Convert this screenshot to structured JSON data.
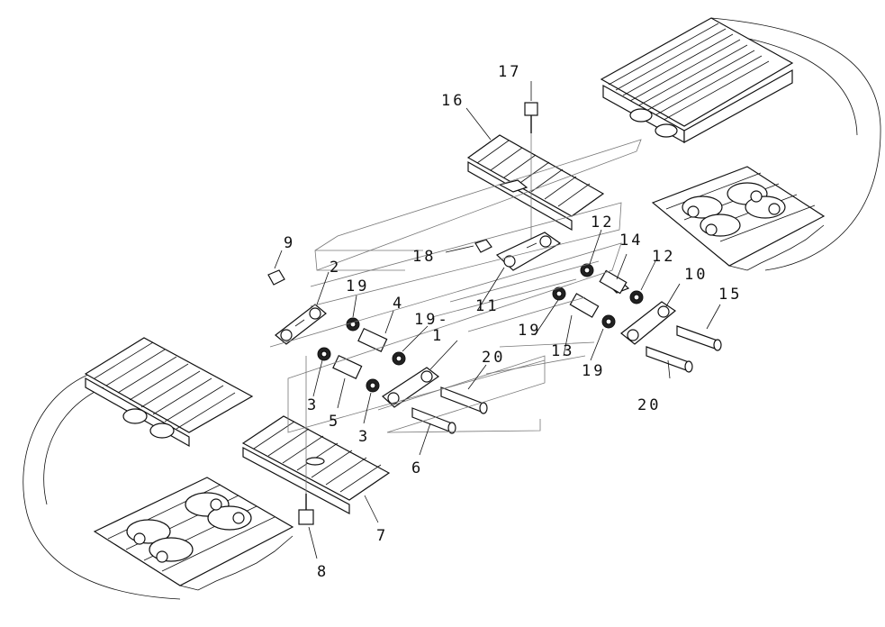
{
  "diagram": {
    "callouts": [
      {
        "id": "c17",
        "text": "17"
      },
      {
        "id": "c16",
        "text": "16"
      },
      {
        "id": "c12a",
        "text": "12"
      },
      {
        "id": "c18",
        "text": "18"
      },
      {
        "id": "c14",
        "text": "14"
      },
      {
        "id": "c12b",
        "text": "12"
      },
      {
        "id": "c10",
        "text": "10"
      },
      {
        "id": "c15",
        "text": "15"
      },
      {
        "id": "c9",
        "text": "9"
      },
      {
        "id": "c2",
        "text": "2"
      },
      {
        "id": "c19a",
        "text": "19"
      },
      {
        "id": "c4",
        "text": "4"
      },
      {
        "id": "c19b",
        "text": "19-"
      },
      {
        "id": "c11",
        "text": "11"
      },
      {
        "id": "c19c",
        "text": "19"
      },
      {
        "id": "c1",
        "text": "1"
      },
      {
        "id": "c20a",
        "text": "20"
      },
      {
        "id": "c13",
        "text": "13"
      },
      {
        "id": "c19d",
        "text": "19"
      },
      {
        "id": "c3a",
        "text": "3"
      },
      {
        "id": "c5",
        "text": "5"
      },
      {
        "id": "c3b",
        "text": "3"
      },
      {
        "id": "c20b",
        "text": "20"
      },
      {
        "id": "c6",
        "text": "6"
      },
      {
        "id": "c7",
        "text": "7"
      },
      {
        "id": "c8",
        "text": "8"
      }
    ]
  }
}
